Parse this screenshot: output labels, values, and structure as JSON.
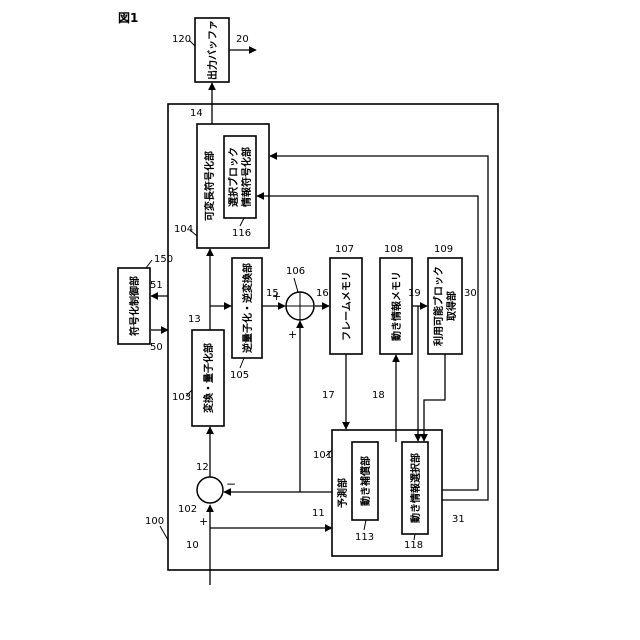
{
  "figure_label": "図1",
  "blocks": {
    "output_buffer": {
      "label": "出力バッファ",
      "ref": "120"
    },
    "vlc": {
      "label": "可変長符号化部",
      "ref": "104"
    },
    "sel_block_enc": {
      "label_line1": "選択ブロック",
      "label_line2": "情報符号化部",
      "ref": "116"
    },
    "encode_control": {
      "label": "符号化制御部",
      "ref": "150"
    },
    "inv_quant": {
      "label": "逆量子化・逆変換部",
      "ref": "105"
    },
    "frame_memory": {
      "label": "フレームメモリ",
      "ref": "107"
    },
    "motion_memory": {
      "label": "動き情報メモリ",
      "ref": "108"
    },
    "avail_block": {
      "label_line1": "利用可能ブロック",
      "label_line2": "取得部",
      "ref": "109"
    },
    "transform_quant": {
      "label": "変換・量子化部",
      "ref": "103"
    },
    "prediction": {
      "label": "予測部",
      "ref": "101"
    },
    "motion_comp": {
      "label": "動き補償部",
      "ref": "113"
    },
    "motion_select": {
      "label": "動き情報選択部",
      "ref": "118"
    }
  },
  "operators": {
    "subtractor": {
      "ref": "102",
      "plus": "+",
      "minus": "−"
    },
    "adder": {
      "ref": "106",
      "plus1": "+",
      "plus2": "+"
    }
  },
  "refs": {
    "device": "100",
    "signal_10": "10",
    "signal_11": "11",
    "signal_12": "12",
    "signal_13": "13",
    "signal_14": "14",
    "signal_15": "15",
    "signal_16": "16",
    "signal_17": "17",
    "signal_18": "18",
    "signal_19": "19",
    "signal_20": "20",
    "signal_30": "30",
    "signal_31": "31",
    "signal_50": "50",
    "signal_51": "51"
  }
}
